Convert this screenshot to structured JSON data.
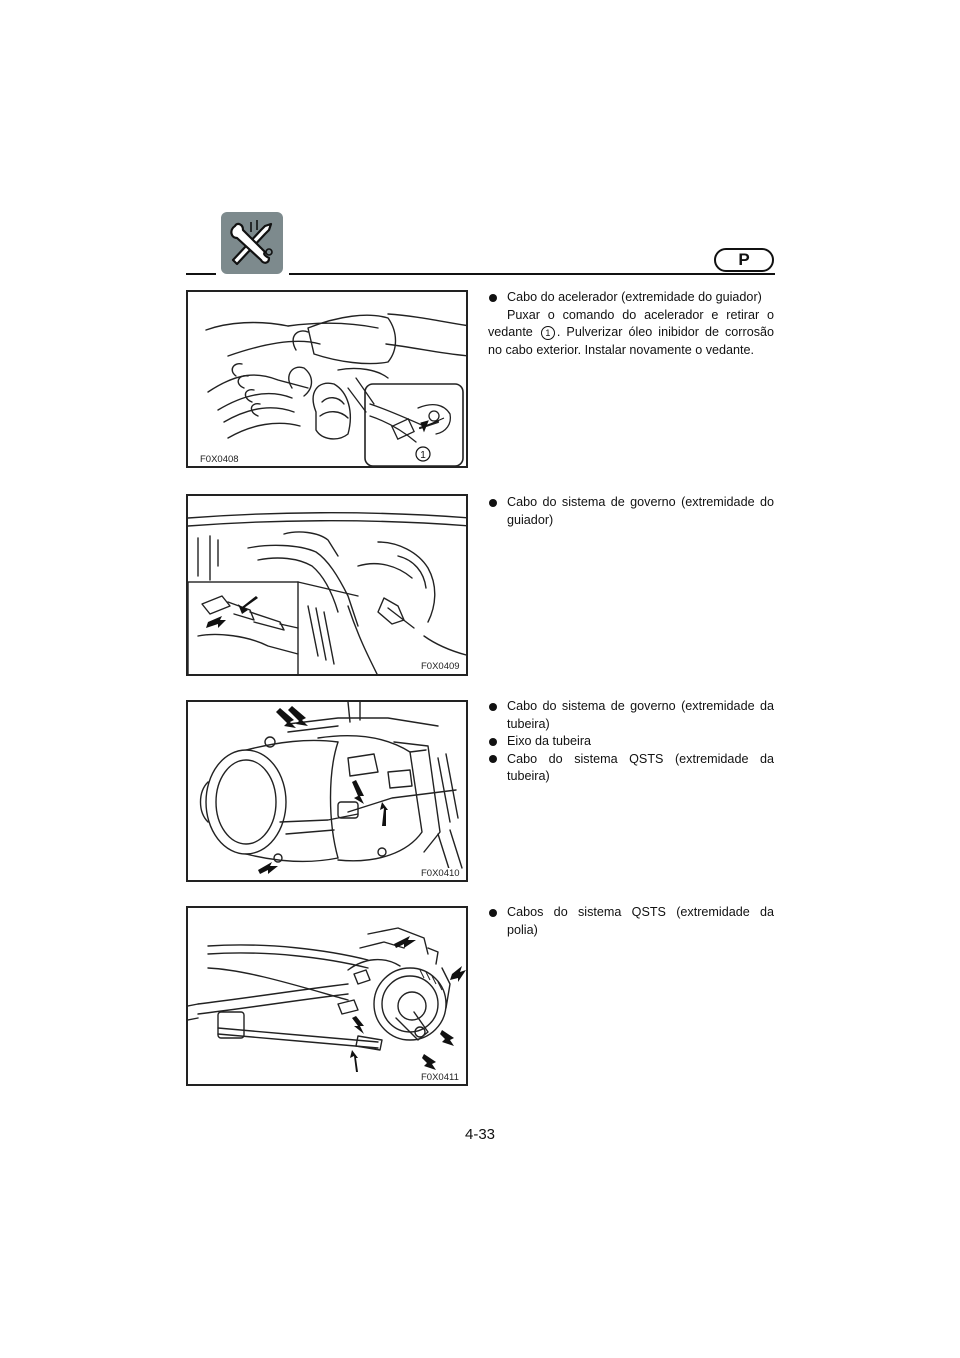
{
  "header": {
    "icon": "tools-icon",
    "language_badge": "P"
  },
  "figures": [
    {
      "code": "F0X0408",
      "callout": "1"
    },
    {
      "code": "F0X0409"
    },
    {
      "code": "F0X0410"
    },
    {
      "code": "F0X0411"
    }
  ],
  "sections": [
    {
      "bullets": [
        "Cabo do acelerador (extremidade do guiador)"
      ],
      "paragraph_pre": "Puxar o comando do acelerador e retirar o vedante",
      "paragraph_callout": "1",
      "paragraph_post": ". Pulverizar óleo inibidor de corrosão no cabo exterior. Instalar novamente o vedante."
    },
    {
      "bullets": [
        "Cabo do sistema de governo (extremidade do guiador)"
      ]
    },
    {
      "bullets": [
        "Cabo do sistema de governo (extremidade da tubeira)",
        "Eixo da tubeira",
        "Cabo do sistema QSTS (extremidade da tubeira)"
      ]
    },
    {
      "bullets": [
        "Cabos do sistema QSTS (extremidade da polia)"
      ]
    }
  ],
  "footer": {
    "page_number": "4-33"
  }
}
